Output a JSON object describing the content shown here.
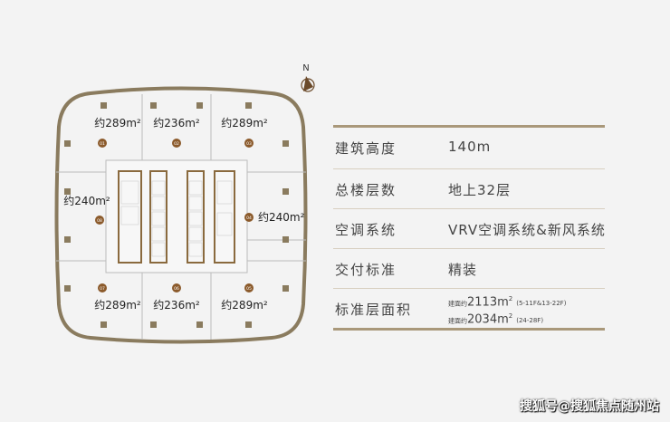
{
  "compass": {
    "label": "N"
  },
  "units": [
    {
      "id": "01",
      "area": "约289m²"
    },
    {
      "id": "02",
      "area": "约236m²"
    },
    {
      "id": "03",
      "area": "约289m²"
    },
    {
      "id": "04",
      "area": "约240m²"
    },
    {
      "id": "05",
      "area": "约289m²"
    },
    {
      "id": "06",
      "area": "约236m²"
    },
    {
      "id": "07",
      "area": "约289m²"
    },
    {
      "id": "08",
      "area": "约240m²"
    }
  ],
  "specs": [
    {
      "label": "建筑高度",
      "value": "140m"
    },
    {
      "label": "总楼层数",
      "value": "地上32层"
    },
    {
      "label": "空调系统",
      "value": "VRV空调系统&新风系统"
    },
    {
      "label": "交付标准",
      "value": "精装"
    },
    {
      "label": "标准层面积",
      "areas": [
        {
          "prefix": "建面约",
          "value": "2113m",
          "sup": "2",
          "note": "(5-11F&13-22F)"
        },
        {
          "prefix": "建面约",
          "value": "2034m",
          "sup": "2",
          "note": "(24-28F)"
        }
      ]
    }
  ],
  "watermark": "搜狐号@搜狐焦点随州站",
  "colors": {
    "frame": "#8a7b5e",
    "badge": "#8b5a2b",
    "line": "#a9987a"
  }
}
